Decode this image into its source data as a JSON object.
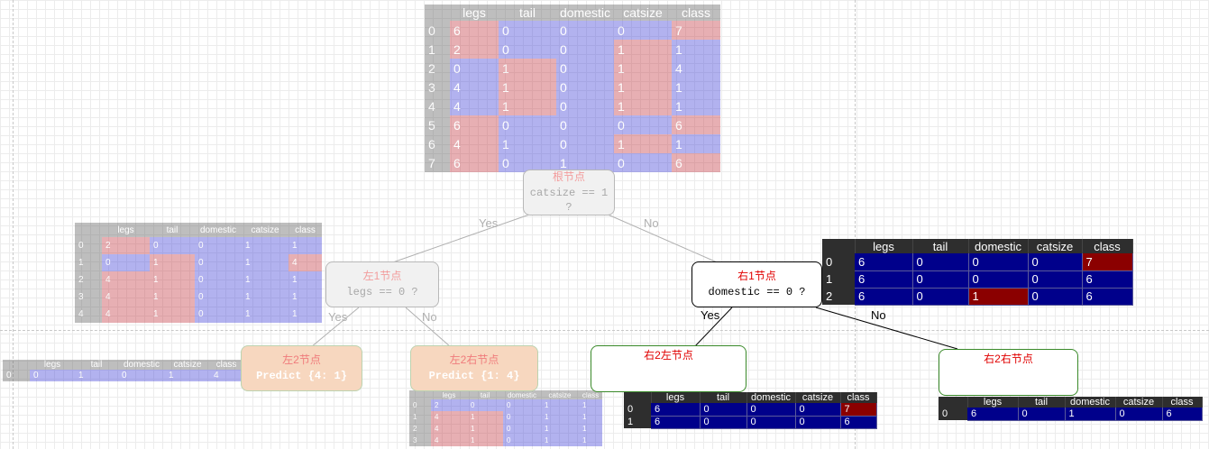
{
  "columns": [
    "legs",
    "tail",
    "domestic",
    "catsize",
    "class"
  ],
  "tables": {
    "root": [
      [
        "0",
        "6",
        "0",
        "0",
        "0",
        "7"
      ],
      [
        "1",
        "2",
        "0",
        "0",
        "1",
        "1"
      ],
      [
        "2",
        "0",
        "1",
        "0",
        "1",
        "4"
      ],
      [
        "3",
        "4",
        "1",
        "0",
        "1",
        "1"
      ],
      [
        "4",
        "4",
        "1",
        "0",
        "1",
        "1"
      ],
      [
        "5",
        "6",
        "0",
        "0",
        "0",
        "6"
      ],
      [
        "6",
        "4",
        "1",
        "0",
        "1",
        "1"
      ],
      [
        "7",
        "6",
        "0",
        "1",
        "0",
        "6"
      ]
    ],
    "left1": [
      [
        "0",
        "2",
        "0",
        "0",
        "1",
        "1"
      ],
      [
        "1",
        "0",
        "1",
        "0",
        "1",
        "4"
      ],
      [
        "2",
        "4",
        "1",
        "0",
        "1",
        "1"
      ],
      [
        "3",
        "4",
        "1",
        "0",
        "1",
        "1"
      ],
      [
        "4",
        "4",
        "1",
        "0",
        "1",
        "1"
      ]
    ],
    "right1": [
      [
        "0",
        "6",
        "0",
        "0",
        "0",
        "7"
      ],
      [
        "1",
        "6",
        "0",
        "0",
        "0",
        "6"
      ],
      [
        "2",
        "6",
        "0",
        "1",
        "0",
        "6"
      ]
    ],
    "left2": [
      [
        "0",
        "0",
        "1",
        "0",
        "1",
        "4"
      ]
    ],
    "left2right": [
      [
        "0",
        "2",
        "0",
        "0",
        "1",
        "1"
      ],
      [
        "1",
        "4",
        "1",
        "0",
        "1",
        "1"
      ],
      [
        "2",
        "4",
        "1",
        "0",
        "1",
        "1"
      ],
      [
        "3",
        "4",
        "1",
        "0",
        "1",
        "1"
      ]
    ],
    "right2left": [
      [
        "0",
        "6",
        "0",
        "0",
        "0",
        "7"
      ],
      [
        "1",
        "6",
        "0",
        "0",
        "0",
        "6"
      ]
    ],
    "right2right": [
      [
        "0",
        "6",
        "0",
        "1",
        "0",
        "6"
      ]
    ]
  },
  "nodes": {
    "root": {
      "title": "根节点",
      "condition": "catsize == 1 ?"
    },
    "left1": {
      "title": "左1节点",
      "condition": "legs == 0 ?"
    },
    "right1": {
      "title": "右1节点",
      "condition": "domestic == 0 ?"
    },
    "left2": {
      "title": "左2节点",
      "condition": "Predict {4: 1}"
    },
    "left2right": {
      "title": "左2右节点",
      "condition": "Predict {1: 4}"
    },
    "right2left": {
      "title": "右2左节点"
    },
    "right2right": {
      "title": "右2右节点"
    }
  },
  "edges": {
    "yes": "Yes",
    "no": "No"
  },
  "colors": {
    "blue": "#00008b",
    "red": "#8b0000",
    "faded_blue": "#4a4adb",
    "faded_red": "#c8434b",
    "leaf_green": "#3a8a2a",
    "title_red": "#e00000"
  }
}
